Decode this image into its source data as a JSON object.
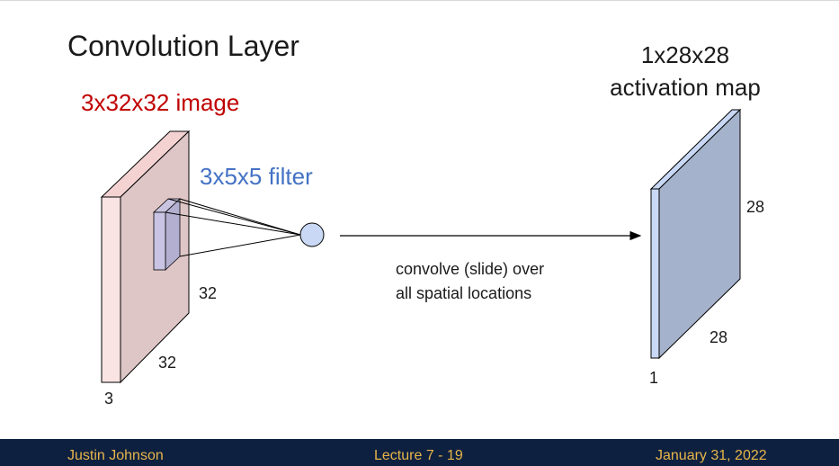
{
  "slide": {
    "title": "Convolution Layer",
    "input_label": "3x32x32 image",
    "filter_label": "3x5x5 filter",
    "output_title_line1": "1x28x28",
    "output_title_line2": "activation map",
    "input_dims": {
      "height": "32",
      "width": "32",
      "depth": "3"
    },
    "output_dims": {
      "height": "28",
      "width": "28",
      "depth": "1"
    },
    "arrow_caption_line1": "convolve (slide) over",
    "arrow_caption_line2": "all spatial locations"
  },
  "colors": {
    "input_front": "#f9e3e3",
    "input_face": "#dfc6c6",
    "filter_face": "#b3afd0",
    "output_front": "#c8d8f5",
    "output_face": "#a5b2cb",
    "accent_red": "#c00000",
    "accent_blue": "#4472c4",
    "footer_bg": "#0d2040",
    "footer_text": "#e7b54a"
  },
  "footer": {
    "author": "Justin Johnson",
    "lecture": "Lecture 7 - 19",
    "date": "January 31, 2022"
  }
}
